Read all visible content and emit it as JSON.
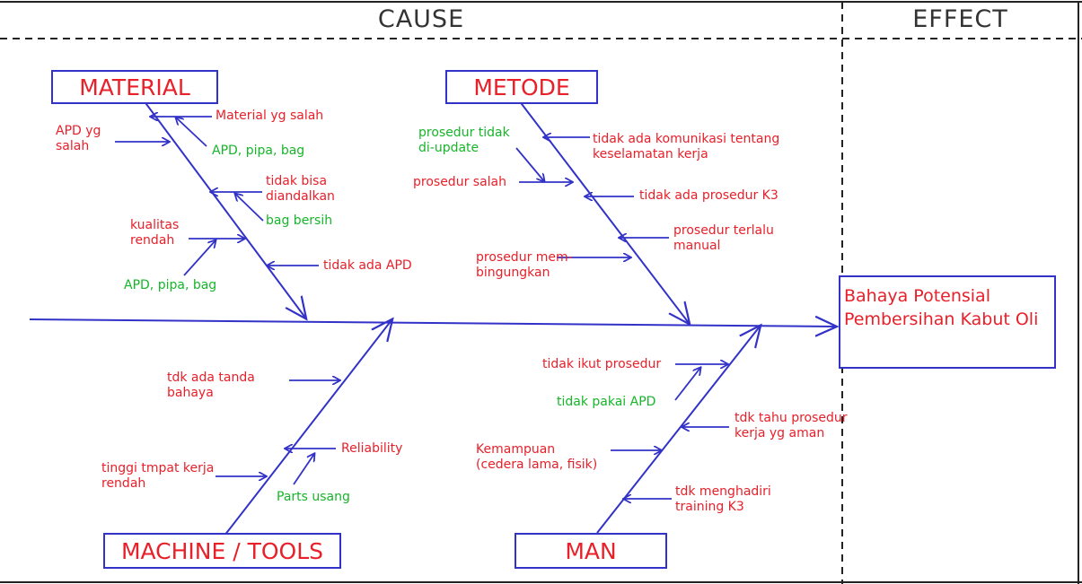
{
  "header": {
    "cause": "CAUSE",
    "effect": "EFFECT"
  },
  "effect": {
    "label": "Bahaya Potensial\nPembersihan Kabut Oli"
  },
  "categories": {
    "material": "MATERIAL",
    "metode": "METODE",
    "machine": "MACHINE / TOOLS",
    "man": "MAN"
  },
  "causes": {
    "material": {
      "material_salah": "Material yg salah",
      "apd_salah": "APD yg\nsalah",
      "apd_pipa_bag_1": "APD, pipa, bag",
      "tidak_bisa": "tidak bisa\ndiandalkan",
      "bag_bersih": "bag bersih",
      "kualitas": "kualitas\nrendah",
      "apd_pipa_bag_2": "APD, pipa, bag",
      "tidak_ada_apd": "tidak ada APD"
    },
    "metode": {
      "prosedur_update": "prosedur tidak\ndi-update",
      "komunikasi": "tidak ada komunikasi tentang\nkeselamatan kerja",
      "prosedur_salah": "prosedur salah",
      "prosedur_k3": "tidak ada prosedur K3",
      "terlalu_manual": "prosedur terlalu\nmanual",
      "membingungkan": "prosedur mem-\nbingungkan"
    },
    "machine": {
      "tanda_bahaya": "tdk ada tanda\nbahaya",
      "reliability": "Reliability",
      "tinggi_tempat": "tinggi tmpat kerja\nrendah",
      "parts_usang": "Parts usang"
    },
    "man": {
      "ikut_prosedur": "tidak ikut prosedur",
      "pakai_apd": "tidak pakai APD",
      "tahu_prosedur": "tdk tahu prosedur\nkerja yg aman",
      "kemampuan": "Kemampuan\n(cedera lama, fisik)",
      "training": "tdk menghadiri\ntraining K3"
    }
  },
  "colors": {
    "line": "#3232c8",
    "cause_red": "#e8202a",
    "cause_green": "#17b52a",
    "frame": "#222222"
  }
}
